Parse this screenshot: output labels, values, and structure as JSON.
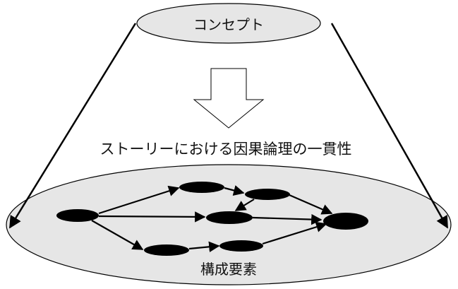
{
  "diagram": {
    "top_label": "コンセプト",
    "middle_text": "ストーリーにおける因果論理の一貫性",
    "bottom_label": "構成要素",
    "colors": {
      "ellipse_fill": "#e6e6e6",
      "stroke": "#000000",
      "node_fill": "#000000"
    }
  }
}
